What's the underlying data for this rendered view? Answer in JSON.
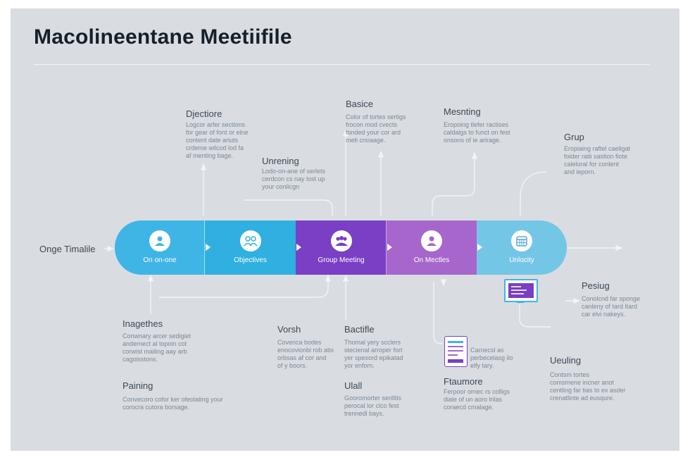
{
  "title": "Macolineentane Meetiifile",
  "timeline": {
    "start_label": "Onge Timalile",
    "segments": [
      {
        "label": "On on-one",
        "icon": "person-icon",
        "color": "#3fb5e6"
      },
      {
        "label": "Objectives",
        "icon": "group-icon",
        "color": "#2fb0e0"
      },
      {
        "label": "Group Meeting",
        "icon": "group-icon",
        "color": "#7a3fc4"
      },
      {
        "label": "On Mectles",
        "icon": "person-icon",
        "color": "#a766cc"
      },
      {
        "label": "Unlocity",
        "icon": "calendar-icon",
        "color": "#74c6e6"
      }
    ]
  },
  "top_notes": [
    {
      "heading": "Djectiore",
      "text": "Logcor arfer sections\nfor gear of font or elne\ncontent date ariuts\ncrdeme wilcod lod fa\naf menting bage."
    },
    {
      "heading": "Unrening",
      "text": "Lodo-on-ane of serlets\ncerdcon cs nay lost up\nyour conlicgn"
    },
    {
      "heading": "Basice",
      "text": "Color of tortes sertigs\nfrocon mod cvects\nfonded your cor ard\nmeti cnoaage."
    },
    {
      "heading": "Mesnting",
      "text": "Eropoing tlefer ractises\ncaldalgs to funct on fest\nonsons of ie arirage."
    },
    {
      "heading": "Grup",
      "text": "Eropiaing raftel caeligat\nfoider ratii sastion fiote\ncaleloral for conlent\nand ieporn."
    }
  ],
  "bottom_notes": [
    {
      "heading": "Inagethes",
      "text": "Conwnary arcer sedigiet\nandernect al topoin cot\ncorwist mailing aay arb\ncagoisstons."
    },
    {
      "heading": "Paining",
      "text": "Convecoro cofor ker ofeolating your\ncorocra cutora borsage."
    },
    {
      "heading": "Vorsh",
      "text": "Covenca bodes\nenocovionbi rob atis\norbsas af cor and\nof y boors."
    },
    {
      "heading": "Bactifle",
      "text": "Thomal yery scclers\nstecienal arroper fort\nyer spesord epikatad\nyor enforn."
    },
    {
      "heading": "Ulall",
      "text": "Gooromorter serilltis\nperocal lor clco fest\ntrennedl bays."
    },
    {
      "heading": "Ftaumore",
      "text": "Ferpoor ornec rs colligs\ndiale of un aoro lrilas\ncoraecd cmalage."
    },
    {
      "note": "Carnecsl as\nperbecelasg ilo\nelfy tary."
    },
    {
      "heading": "Pesiug",
      "text": "Conolcnd far sponge\ncanleny of tard ltard\ncar elvi nakeys."
    },
    {
      "heading": "Ueuling",
      "text": "Contsm tortes\ncomsmene incner anot\ncentling far tias to ex asder\ncrenatlinte ad eusqure."
    }
  ],
  "colors": {
    "background_panel": "#d9dde2",
    "connector": "#f2f4f6",
    "cyan": "#3fb5e6",
    "purple": "#7a3fc4",
    "lilac": "#a766cc",
    "light_blue": "#74c6e6"
  }
}
